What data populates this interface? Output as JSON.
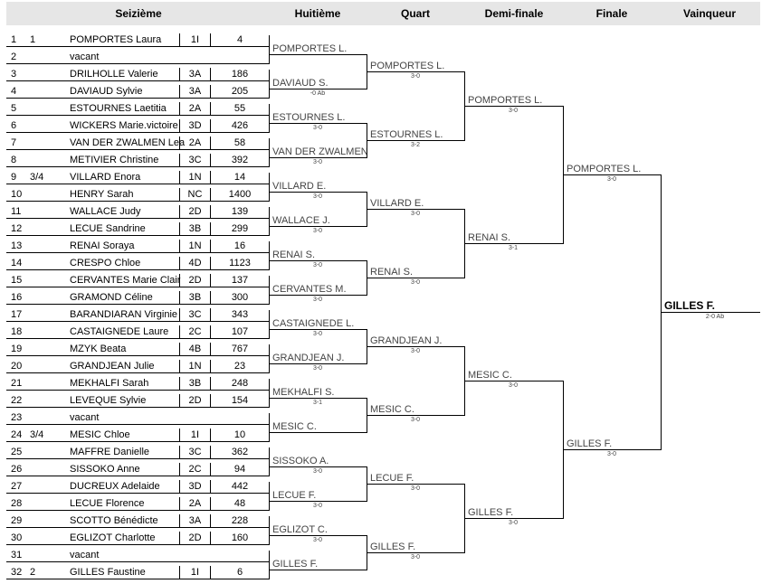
{
  "headers": [
    "Seizième",
    "Huitième",
    "Quart",
    "Demi-finale",
    "Finale",
    "Vainqueur"
  ],
  "players": [
    {
      "num": "1",
      "seed": "1",
      "name": "POMPORTES Laura",
      "level": "1I",
      "points": "4"
    },
    {
      "num": "2",
      "seed": "",
      "name": "vacant",
      "level": "",
      "points": ""
    },
    {
      "num": "3",
      "seed": "",
      "name": "DRILHOLLE Valerie",
      "level": "3A",
      "points": "186"
    },
    {
      "num": "4",
      "seed": "",
      "name": "DAVIAUD Sylvie",
      "level": "3A",
      "points": "205"
    },
    {
      "num": "5",
      "seed": "",
      "name": "ESTOURNES Laetitia",
      "level": "2A",
      "points": "55"
    },
    {
      "num": "6",
      "seed": "",
      "name": "WICKERS Marie.victoire",
      "level": "3D",
      "points": "426"
    },
    {
      "num": "7",
      "seed": "",
      "name": "VAN DER ZWALMEN Lea",
      "level": "2A",
      "points": "58"
    },
    {
      "num": "8",
      "seed": "",
      "name": "METIVIER Christine",
      "level": "3C",
      "points": "392"
    },
    {
      "num": "9",
      "seed": "3/4",
      "name": "VILLARD Enora",
      "level": "1N",
      "points": "14"
    },
    {
      "num": "10",
      "seed": "",
      "name": "HENRY Sarah",
      "level": "NC",
      "points": "1400"
    },
    {
      "num": "11",
      "seed": "",
      "name": "WALLACE Judy",
      "level": "2D",
      "points": "139"
    },
    {
      "num": "12",
      "seed": "",
      "name": "LECUE Sandrine",
      "level": "3B",
      "points": "299"
    },
    {
      "num": "13",
      "seed": "",
      "name": "RENAI Soraya",
      "level": "1N",
      "points": "16"
    },
    {
      "num": "14",
      "seed": "",
      "name": "CRESPO Chloe",
      "level": "4D",
      "points": "1123"
    },
    {
      "num": "15",
      "seed": "",
      "name": "CERVANTES Marie Clair",
      "level": "2D",
      "points": "137"
    },
    {
      "num": "16",
      "seed": "",
      "name": "GRAMOND Céline",
      "level": "3B",
      "points": "300"
    },
    {
      "num": "17",
      "seed": "",
      "name": "BARANDIARAN Virginie",
      "level": "3C",
      "points": "343"
    },
    {
      "num": "18",
      "seed": "",
      "name": "CASTAIGNEDE Laure",
      "level": "2C",
      "points": "107"
    },
    {
      "num": "19",
      "seed": "",
      "name": "MZYK Beata",
      "level": "4B",
      "points": "767"
    },
    {
      "num": "20",
      "seed": "",
      "name": "GRANDJEAN Julie",
      "level": "1N",
      "points": "23"
    },
    {
      "num": "21",
      "seed": "",
      "name": "MEKHALFI Sarah",
      "level": "3B",
      "points": "248"
    },
    {
      "num": "22",
      "seed": "",
      "name": "LEVEQUE Sylvie",
      "level": "2D",
      "points": "154"
    },
    {
      "num": "23",
      "seed": "",
      "name": "vacant",
      "level": "",
      "points": ""
    },
    {
      "num": "24",
      "seed": "3/4",
      "name": "MESIC Chloe",
      "level": "1I",
      "points": "10"
    },
    {
      "num": "25",
      "seed": "",
      "name": "MAFFRE Danielle",
      "level": "3C",
      "points": "362"
    },
    {
      "num": "26",
      "seed": "",
      "name": "SISSOKO Anne",
      "level": "2C",
      "points": "94"
    },
    {
      "num": "27",
      "seed": "",
      "name": "DUCREUX  Adelaide",
      "level": "3D",
      "points": "442"
    },
    {
      "num": "28",
      "seed": "",
      "name": "LECUE Florence",
      "level": "2A",
      "points": "48"
    },
    {
      "num": "29",
      "seed": "",
      "name": "SCOTTO Bénédicte",
      "level": "3A",
      "points": "228"
    },
    {
      "num": "30",
      "seed": "",
      "name": "EGLIZOT Charlotte",
      "level": "2D",
      "points": "160"
    },
    {
      "num": "31",
      "seed": "",
      "name": "vacant",
      "level": "",
      "points": ""
    },
    {
      "num": "32",
      "seed": "2",
      "name": "GILLES Faustine",
      "level": "1I",
      "points": "6"
    }
  ],
  "rounds": [
    [
      {
        "name": "POMPORTES L.",
        "score": ""
      },
      {
        "name": "DAVIAUD S.",
        "score": "-0 Ab"
      },
      {
        "name": "ESTOURNES L.",
        "score": "3-0"
      },
      {
        "name": "VAN DER ZWALMEN",
        "score": "3-0"
      },
      {
        "name": "VILLARD E.",
        "score": "3-0"
      },
      {
        "name": "WALLACE J.",
        "score": "3-0"
      },
      {
        "name": "RENAI S.",
        "score": "3-0"
      },
      {
        "name": "CERVANTES M.",
        "score": "3-0"
      },
      {
        "name": "CASTAIGNEDE L.",
        "score": "3-0"
      },
      {
        "name": "GRANDJEAN J.",
        "score": "3-0"
      },
      {
        "name": "MEKHALFI S.",
        "score": "3-1"
      },
      {
        "name": "MESIC C.",
        "score": ""
      },
      {
        "name": "SISSOKO A.",
        "score": "3-0"
      },
      {
        "name": "LECUE F.",
        "score": "3-0"
      },
      {
        "name": "EGLIZOT C.",
        "score": "3-0"
      },
      {
        "name": "GILLES F.",
        "score": ""
      }
    ],
    [
      {
        "name": "POMPORTES L.",
        "score": "3-0"
      },
      {
        "name": "ESTOURNES L.",
        "score": "3-2"
      },
      {
        "name": "VILLARD E.",
        "score": "3-0"
      },
      {
        "name": "RENAI S.",
        "score": "3-0"
      },
      {
        "name": "GRANDJEAN J.",
        "score": "3-0"
      },
      {
        "name": "MESIC C.",
        "score": "3-0"
      },
      {
        "name": "LECUE F.",
        "score": "3-0"
      },
      {
        "name": "GILLES F.",
        "score": "3-0"
      }
    ],
    [
      {
        "name": "POMPORTES L.",
        "score": "3-0"
      },
      {
        "name": "RENAI S.",
        "score": "3-1"
      },
      {
        "name": "MESIC C.",
        "score": "3-0"
      },
      {
        "name": "GILLES F.",
        "score": "3-0"
      }
    ],
    [
      {
        "name": "POMPORTES L.",
        "score": "3-0"
      },
      {
        "name": "GILLES F.",
        "score": "3-0"
      }
    ],
    [
      {
        "name": "GILLES F.",
        "score": "2-0 Ab"
      }
    ]
  ]
}
